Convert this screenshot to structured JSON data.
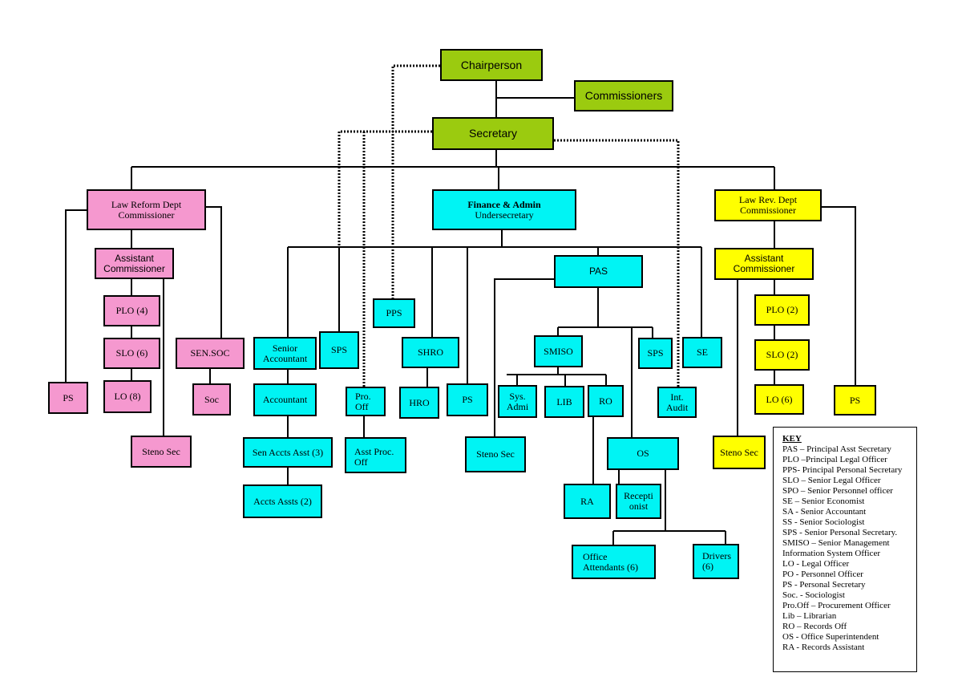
{
  "colors": {
    "pink": "#f598cf",
    "cyan": "#00f4f4",
    "yellow": "#ffff00",
    "green": "#9bcb0f"
  },
  "boxes": {
    "chairperson": "Chairperson",
    "commissioners": "Commissioners",
    "secretary": "Secretary",
    "law_reform_commissioner": "Law Reform Dept\nCommissioner",
    "finance_admin_title": "Finance & Admin",
    "finance_admin_sub": "Undersecretary",
    "law_rev_commissioner": "Law Rev. Dept\nCommissioner",
    "asst_commissioner_left": "Assistant\nCommissioner",
    "asst_commissioner_right": "Assistant\nCommissioner",
    "plo_left": "PLO (4)",
    "slo_left": "SLO (6)",
    "lo_left": "LO (8)",
    "ps_left": "PS",
    "sen_soc": "SEN.SOC",
    "soc": "Soc",
    "steno_left": "Steno Sec",
    "pps": "PPS",
    "pas": "PAS",
    "senior_accountant": "Senior\nAccountant",
    "sps_left": "SPS",
    "pro_off": "Pro.\nOff",
    "shro": "SHRO",
    "smiso": "SMISO",
    "sps_right": "SPS",
    "se": "SE",
    "accountant": "Accountant",
    "hro": "HRO",
    "ps_mid": "PS",
    "sys_admi": "Sys.\nAdmi",
    "lib": "LIB",
    "ro": "RO",
    "int_audit": "Int.\nAudit",
    "sen_accts_asst": "Sen Accts Asst (3)",
    "asst_proc_off": "Asst   Proc.\nOff",
    "steno_mid": "Steno Sec",
    "os": "OS",
    "accts_assts": "Accts Assts (2)",
    "ra": "RA",
    "receptionist": "Recepti\nonist",
    "office_attendants": "Office\nAttendants (6)",
    "drivers": "Drivers\n(6)",
    "plo_right": "PLO (2)",
    "slo_right": "SLO (2)",
    "lo_right": "LO (6)",
    "ps_right": "PS",
    "steno_right": "Steno Sec"
  },
  "key": {
    "title": "KEY",
    "items": [
      "PAS  –  Principal Asst Secretary",
      "PLO  –Principal Legal Officer",
      "PPS- Principal Personal Secretary",
      "SLO  –  Senior Legal Officer",
      "SPO – Senior Personnel officer",
      "SE    –    Senior Economist",
      "SA   -    Senior Accountant",
      "SS   -     Senior Sociologist",
      "SPS -   Senior Personal Secretary.",
      "SMISO – Senior Management",
      "Information System Officer",
      "LO  -     Legal Officer",
      "PO -      Personnel Officer",
      "PS -        Personal Secretary",
      "Soc. -     Sociologist",
      "Pro.Off – Procurement Officer",
      "Lib –      Librarian",
      "RO –        Records Off",
      "OS   -     Office Superintendent",
      "RA -        Records Assistant"
    ]
  }
}
